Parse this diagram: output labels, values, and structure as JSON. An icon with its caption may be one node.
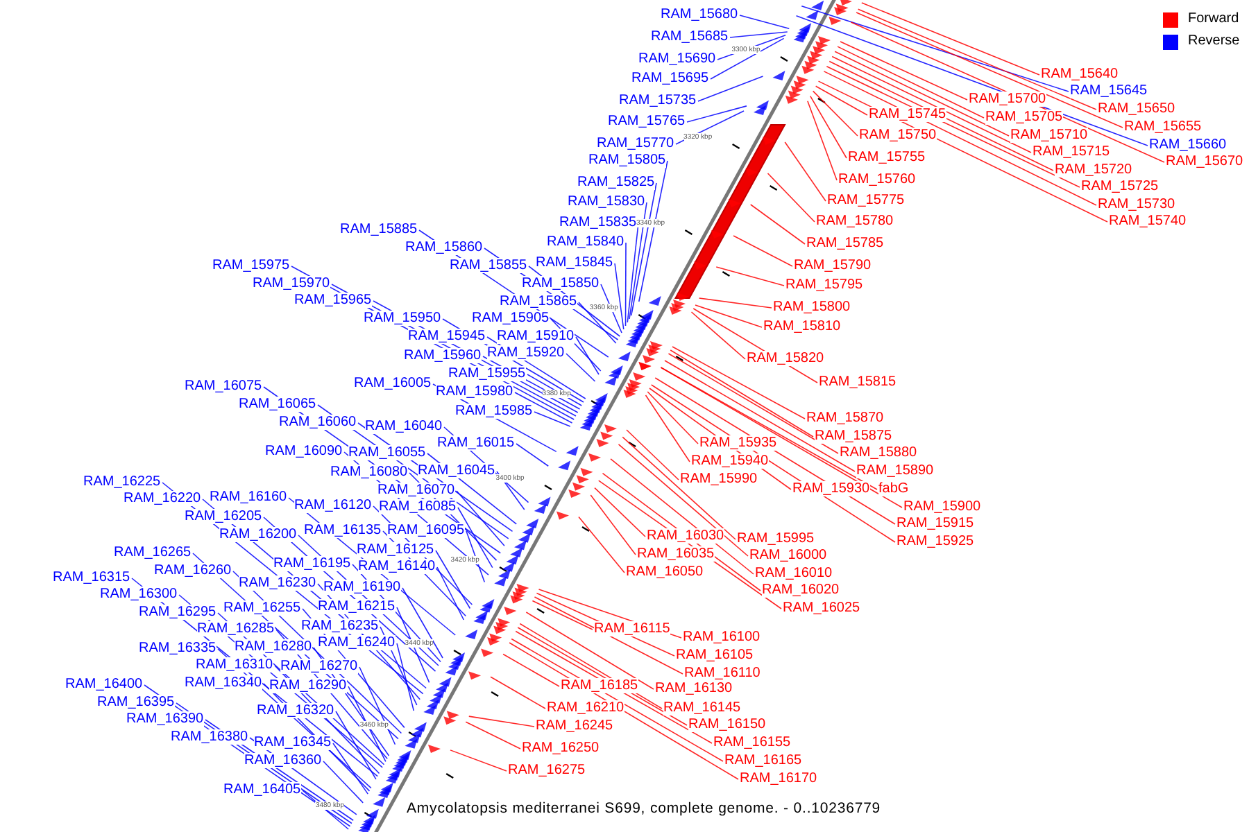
{
  "diagram": {
    "caption": "Amycolatopsis mediterranei S699, complete genome. - 0..10236779",
    "nodes": [
      {
        "text": [
          "RAM_15680"
        ]
      },
      {
        "text": [
          "RAM_15685"
        ]
      },
      {
        "text": [
          "RAM_15690"
        ]
      },
      {
        "text": [
          "RAM_15695"
        ]
      },
      {
        "text": [
          "RAM_15735"
        ]
      },
      {
        "text": [
          "RAM_15765"
        ]
      },
      {
        "text": [
          "RAM_15770"
        ]
      },
      {
        "text": [
          "RAM_15805"
        ]
      },
      {
        "text": [
          "RAM_15825"
        ]
      },
      {
        "text": [
          "RAM_15830"
        ]
      },
      {
        "text": [
          "RAM_15835"
        ]
      },
      {
        "text": [
          "RAM_15840"
        ]
      },
      {
        "text": [
          "RAM_15845"
        ]
      },
      {
        "text": [
          "RAM_15850"
        ]
      },
      {
        "text": [
          "RAM_15865"
        ]
      },
      {
        "text": [
          "RAM_15905"
        ]
      },
      {
        "text": [
          "RAM_15910"
        ]
      },
      {
        "text": [
          "RAM_15920"
        ]
      },
      {
        "text": [
          "RAM_15885"
        ]
      },
      {
        "text": [
          "RAM_15860"
        ]
      },
      {
        "text": [
          "RAM_15855"
        ]
      },
      {
        "text": [
          "RAM_15975"
        ]
      },
      {
        "text": [
          "RAM_15970"
        ]
      },
      {
        "text": [
          "RAM_15965"
        ]
      },
      {
        "text": [
          "RAM_15950"
        ]
      },
      {
        "text": [
          "RAM_15945"
        ]
      },
      {
        "text": [
          "RAM_15960"
        ]
      },
      {
        "text": [
          "RAM_15955"
        ]
      },
      {
        "text": [
          "RAM_16005"
        ]
      },
      {
        "text": [
          "RAM_15980"
        ]
      },
      {
        "text": [
          "RAM_15985"
        ]
      },
      {
        "text": [
          "RAM_16075"
        ]
      },
      {
        "text": [
          "RAM_16065"
        ]
      },
      {
        "text": [
          "RAM_16060"
        ]
      },
      {
        "text": [
          "RAM_16040"
        ]
      },
      {
        "text": [
          "RAM_16015"
        ]
      },
      {
        "text": [
          "RAM_16090"
        ]
      },
      {
        "text": [
          "RAM_16055"
        ]
      },
      {
        "text": [
          "RAM_16080"
        ]
      },
      {
        "text": [
          "RAM_16045"
        ]
      },
      {
        "text": [
          "RAM_16225"
        ]
      },
      {
        "text": [
          "RAM_16070"
        ]
      },
      {
        "text": [
          "RAM_16220"
        ]
      },
      {
        "text": [
          "RAM_16160"
        ]
      },
      {
        "text": [
          "RAM_16120"
        ]
      },
      {
        "text": [
          "RAM_16085"
        ]
      },
      {
        "text": [
          "RAM_16205"
        ]
      },
      {
        "text": [
          "RAM_16200"
        ]
      },
      {
        "text": [
          "RAM_16135"
        ]
      },
      {
        "text": [
          "RAM_16095"
        ]
      },
      {
        "text": [
          "RAM_16265"
        ]
      },
      {
        "text": [
          "RAM_16125"
        ]
      },
      {
        "text": [
          "RAM_16260"
        ]
      },
      {
        "text": [
          "RAM_16195"
        ]
      },
      {
        "text": [
          "RAM_16140"
        ]
      },
      {
        "text": [
          "RAM_16315"
        ]
      },
      {
        "text": [
          "RAM_16230"
        ]
      },
      {
        "text": [
          "RAM_16190"
        ]
      },
      {
        "text": [
          "RAM_16300"
        ]
      },
      {
        "text": [
          "RAM_16295"
        ]
      },
      {
        "text": [
          "RAM_16255"
        ]
      },
      {
        "text": [
          "RAM_16215"
        ]
      },
      {
        "text": [
          "RAM_16285"
        ]
      },
      {
        "text": [
          "RAM_16235"
        ]
      },
      {
        "text": [
          "RAM_16335"
        ]
      },
      {
        "text": [
          "RAM_16280"
        ]
      },
      {
        "text": [
          "RAM_16240"
        ]
      },
      {
        "text": [
          "RAM_16310"
        ]
      },
      {
        "text": [
          "RAM_16270"
        ]
      },
      {
        "text": [
          "RAM_16400"
        ]
      },
      {
        "text": [
          "RAM_16340"
        ]
      },
      {
        "text": [
          "RAM_16290"
        ]
      },
      {
        "text": [
          "RAM_16395"
        ]
      },
      {
        "text": [
          "RAM_16320"
        ]
      },
      {
        "text": [
          "RAM_16390"
        ]
      },
      {
        "text": [
          "RAM_16380"
        ]
      },
      {
        "text": [
          "RAM_16345"
        ]
      },
      {
        "text": [
          "RAM_16360"
        ]
      },
      {
        "text": [
          "RAM_16405"
        ]
      },
      {
        "text": [
          "RAM_15640"
        ]
      },
      {
        "text": [
          "RAM_15645"
        ]
      },
      {
        "text": [
          "RAM_15650"
        ]
      },
      {
        "text": [
          "RAM_15655"
        ]
      },
      {
        "text": [
          "RAM_15660"
        ]
      },
      {
        "text": [
          "RAM_15670"
        ]
      },
      {
        "text": [
          "RAM_15700"
        ]
      },
      {
        "text": [
          "RAM_15705"
        ]
      },
      {
        "text": [
          "RAM_15710"
        ]
      },
      {
        "text": [
          "RAM_15715"
        ]
      },
      {
        "text": [
          "RAM_15720"
        ]
      },
      {
        "text": [
          "RAM_15725"
        ]
      },
      {
        "text": [
          "RAM_15730"
        ]
      },
      {
        "text": [
          "RAM_15740"
        ]
      },
      {
        "text": [
          "RAM_15745"
        ]
      },
      {
        "text": [
          "RAM_15750"
        ]
      },
      {
        "text": [
          "RAM_15755"
        ]
      },
      {
        "text": [
          "RAM_15760"
        ]
      },
      {
        "text": [
          "RAM_15775"
        ]
      },
      {
        "text": [
          "RAM_15780"
        ]
      },
      {
        "text": [
          "RAM_15785"
        ]
      },
      {
        "text": [
          "RAM_15790"
        ]
      },
      {
        "text": [
          "RAM_15795"
        ]
      },
      {
        "text": [
          "RAM_15800"
        ]
      },
      {
        "text": [
          "RAM_15810"
        ]
      },
      {
        "text": [
          "RAM_15820"
        ]
      },
      {
        "text": [
          "RAM_15815"
        ]
      },
      {
        "text": [
          "RAM_15870"
        ]
      },
      {
        "text": [
          "RAM_15875"
        ]
      },
      {
        "text": [
          "RAM_15880"
        ]
      },
      {
        "text": [
          "RAM_15890"
        ]
      },
      {
        "text": [
          "RAM_15935"
        ]
      },
      {
        "text": [
          "RAM_15940"
        ]
      },
      {
        "text": [
          "RAM_15990"
        ]
      },
      {
        "text": [
          "RAM_15930"
        ]
      },
      {
        "text": [
          "fabG"
        ]
      },
      {
        "text": [
          "RAM_15900"
        ]
      },
      {
        "text": [
          "RAM_15915"
        ]
      },
      {
        "text": [
          "RAM_15925"
        ]
      },
      {
        "text": [
          "RAM_16030"
        ]
      },
      {
        "text": [
          "RAM_15995"
        ]
      },
      {
        "text": [
          "RAM_16035"
        ]
      },
      {
        "text": [
          "RAM_16000"
        ]
      },
      {
        "text": [
          "RAM_16050"
        ]
      },
      {
        "text": [
          "RAM_16010"
        ]
      },
      {
        "text": [
          "RAM_16020"
        ]
      },
      {
        "text": [
          "RAM_16025"
        ]
      },
      {
        "text": [
          "RAM_16115"
        ]
      },
      {
        "text": [
          "RAM_16100"
        ]
      },
      {
        "text": [
          "RAM_16105"
        ]
      },
      {
        "text": [
          "RAM_16110"
        ]
      },
      {
        "text": [
          "RAM_16130"
        ]
      },
      {
        "text": [
          "RAM_16185"
        ]
      },
      {
        "text": [
          "RAM_16145"
        ]
      },
      {
        "text": [
          "RAM_16210"
        ]
      },
      {
        "text": [
          "RAM_16150"
        ]
      },
      {
        "text": [
          "RAM_16245"
        ]
      },
      {
        "text": [
          "RAM_16155"
        ]
      },
      {
        "text": [
          "RAM_16250"
        ]
      },
      {
        "text": [
          "RAM_16165"
        ]
      },
      {
        "text": [
          "RAM_16275"
        ]
      },
      {
        "text": [
          "RAM_16170"
        ]
      }
    ],
    "edges": [
      {
        "from": 0,
        "to": null,
        "arrow": "none"
      },
      {
        "from": 1,
        "to": null,
        "arrow": "none"
      },
      {
        "from": 2,
        "to": null,
        "arrow": "none"
      },
      {
        "from": 3,
        "to": null,
        "arrow": "none"
      },
      {
        "from": 4,
        "to": null,
        "arrow": "none"
      },
      {
        "from": 5,
        "to": null,
        "arrow": "none"
      },
      {
        "from": 6,
        "to": null,
        "arrow": "none"
      },
      {
        "from": 7,
        "to": null,
        "arrow": "none"
      },
      {
        "from": 8,
        "to": null,
        "arrow": "none"
      },
      {
        "from": 9,
        "to": null,
        "arrow": "none"
      },
      {
        "from": 10,
        "to": null,
        "arrow": "none"
      },
      {
        "from": 11,
        "to": null,
        "arrow": "none"
      },
      {
        "from": 12,
        "to": null,
        "arrow": "none"
      },
      {
        "from": 13,
        "to": null,
        "arrow": "none"
      },
      {
        "from": 14,
        "to": null,
        "arrow": "none"
      },
      {
        "from": 15,
        "to": null,
        "arrow": "none"
      },
      {
        "from": 16,
        "to": null,
        "arrow": "none"
      },
      {
        "from": 17,
        "to": null,
        "arrow": "none"
      },
      {
        "from": 18,
        "to": null,
        "arrow": "none"
      },
      {
        "from": 19,
        "to": null,
        "arrow": "none"
      },
      {
        "from": 20,
        "to": null,
        "arrow": "none"
      },
      {
        "from": 21,
        "to": null,
        "arrow": "none"
      },
      {
        "from": 22,
        "to": null,
        "arrow": "none"
      },
      {
        "from": 23,
        "to": null,
        "arrow": "none"
      },
      {
        "from": 24,
        "to": null,
        "arrow": "none"
      },
      {
        "from": 25,
        "to": null,
        "arrow": "none"
      },
      {
        "from": 26,
        "to": null,
        "arrow": "none"
      },
      {
        "from": 27,
        "to": null,
        "arrow": "none"
      },
      {
        "from": 28,
        "to": null,
        "arrow": "none"
      },
      {
        "from": 29,
        "to": null,
        "arrow": "none"
      },
      {
        "from": 30,
        "to": null,
        "arrow": "none"
      },
      {
        "from": 31,
        "to": null,
        "arrow": "none"
      },
      {
        "from": 32,
        "to": null,
        "arrow": "none"
      },
      {
        "from": 33,
        "to": null,
        "arrow": "none"
      },
      {
        "from": 34,
        "to": null,
        "arrow": "none"
      },
      {
        "from": 35,
        "to": null,
        "arrow": "none"
      },
      {
        "from": 36,
        "to": null,
        "arrow": "none"
      },
      {
        "from": 37,
        "to": null,
        "arrow": "none"
      },
      {
        "from": 38,
        "to": null,
        "arrow": "none"
      },
      {
        "from": 39,
        "to": null,
        "arrow": "none"
      },
      {
        "from": 40,
        "to": null,
        "arrow": "none"
      },
      {
        "from": 41,
        "to": null,
        "arrow": "none"
      },
      {
        "from": 42,
        "to": null,
        "arrow": "none"
      },
      {
        "from": 43,
        "to": null,
        "arrow": "none"
      },
      {
        "from": 44,
        "to": null,
        "arrow": "none"
      },
      {
        "from": 45,
        "to": null,
        "arrow": "none"
      },
      {
        "from": 46,
        "to": null,
        "arrow": "none"
      },
      {
        "from": 47,
        "to": null,
        "arrow": "none"
      },
      {
        "from": 48,
        "to": null,
        "arrow": "none"
      },
      {
        "from": 49,
        "to": null,
        "arrow": "none"
      },
      {
        "from": 50,
        "to": null,
        "arrow": "none"
      },
      {
        "from": 51,
        "to": null,
        "arrow": "none"
      },
      {
        "from": 52,
        "to": null,
        "arrow": "none"
      },
      {
        "from": 53,
        "to": null,
        "arrow": "none"
      },
      {
        "from": 54,
        "to": null,
        "arrow": "none"
      },
      {
        "from": 55,
        "to": null,
        "arrow": "none"
      },
      {
        "from": 56,
        "to": null,
        "arrow": "none"
      },
      {
        "from": 57,
        "to": null,
        "arrow": "none"
      },
      {
        "from": 58,
        "to": null,
        "arrow": "none"
      },
      {
        "from": 59,
        "to": null,
        "arrow": "none"
      },
      {
        "from": 60,
        "to": null,
        "arrow": "none"
      },
      {
        "from": 61,
        "to": null,
        "arrow": "none"
      },
      {
        "from": 62,
        "to": null,
        "arrow": "none"
      },
      {
        "from": 63,
        "to": null,
        "arrow": "none"
      },
      {
        "from": 64,
        "to": null,
        "arrow": "none"
      },
      {
        "from": 65,
        "to": null,
        "arrow": "none"
      },
      {
        "from": 66,
        "to": null,
        "arrow": "none"
      },
      {
        "from": 67,
        "to": null,
        "arrow": "none"
      },
      {
        "from": 68,
        "to": null,
        "arrow": "none"
      },
      {
        "from": 69,
        "to": null,
        "arrow": "none"
      },
      {
        "from": 70,
        "to": null,
        "arrow": "none"
      },
      {
        "from": 71,
        "to": null,
        "arrow": "none"
      },
      {
        "from": 72,
        "to": null,
        "arrow": "none"
      },
      {
        "from": 73,
        "to": null,
        "arrow": "none"
      },
      {
        "from": 74,
        "to": null,
        "arrow": "none"
      },
      {
        "from": 75,
        "to": null,
        "arrow": "none"
      },
      {
        "from": 76,
        "to": null,
        "arrow": "none"
      },
      {
        "from": 77,
        "to": null,
        "arrow": "none"
      },
      {
        "from": 78,
        "to": null,
        "arrow": "none"
      },
      {
        "from": 79,
        "to": null,
        "arrow": "none",
        "color": "#ff0000"
      },
      {
        "from": 80,
        "to": null,
        "arrow": "none"
      },
      {
        "from": 81,
        "to": null,
        "arrow": "none",
        "color": "#ff0000"
      },
      {
        "from": 82,
        "to": null,
        "arrow": "none",
        "color": "#ff0000"
      },
      {
        "from": 83,
        "to": null,
        "arrow": "none"
      },
      {
        "from": 84,
        "to": null,
        "arrow": "none",
        "color": "#ff0000"
      },
      {
        "from": 85,
        "to": null,
        "arrow": "none",
        "color": "#ff0000"
      },
      {
        "from": 86,
        "to": null,
        "arrow": "none",
        "color": "#ff0000"
      },
      {
        "from": 87,
        "to": null,
        "arrow": "none",
        "color": "#ff0000"
      },
      {
        "from": 88,
        "to": null,
        "arrow": "none",
        "color": "#ff0000"
      },
      {
        "from": 89,
        "to": null,
        "arrow": "none",
        "color": "#ff0000"
      },
      {
        "from": 90,
        "to": null,
        "arrow": "none",
        "color": "#ff0000"
      },
      {
        "from": 91,
        "to": null,
        "arrow": "none",
        "color": "#ff0000"
      },
      {
        "from": 92,
        "to": null,
        "arrow": "none",
        "color": "#ff0000"
      },
      {
        "from": 93,
        "to": null,
        "arrow": "none",
        "color": "#ff0000"
      },
      {
        "from": 94,
        "to": null,
        "arrow": "none",
        "color": "#ff0000"
      },
      {
        "from": 95,
        "to": null,
        "arrow": "none",
        "color": "#ff0000"
      },
      {
        "from": 96,
        "to": null,
        "arrow": "none",
        "color": "#ff0000"
      },
      {
        "from": 97,
        "to": null,
        "arrow": "none",
        "color": "#ff0000"
      },
      {
        "from": 98,
        "to": null,
        "arrow": "none",
        "color": "#ff0000"
      },
      {
        "from": 99,
        "to": null,
        "arrow": "none",
        "color": "#ff0000"
      },
      {
        "from": 100,
        "to": null,
        "arrow": "none",
        "color": "#ff0000"
      },
      {
        "from": 101,
        "to": null,
        "arrow": "none",
        "color": "#ff0000"
      },
      {
        "from": 102,
        "to": null,
        "arrow": "none",
        "color": "#ff0000"
      },
      {
        "from": 103,
        "to": null,
        "arrow": "none",
        "color": "#ff0000"
      },
      {
        "from": 104,
        "to": null,
        "arrow": "none",
        "color": "#ff0000"
      },
      {
        "from": 105,
        "to": null,
        "arrow": "none",
        "color": "#ff0000"
      },
      {
        "from": 106,
        "to": null,
        "arrow": "none",
        "color": "#ff0000"
      },
      {
        "from": 107,
        "to": null,
        "arrow": "none",
        "color": "#ff0000"
      },
      {
        "from": 108,
        "to": null,
        "arrow": "none",
        "color": "#ff0000"
      },
      {
        "from": 109,
        "to": null,
        "arrow": "none",
        "color": "#ff0000"
      },
      {
        "from": 110,
        "to": null,
        "arrow": "none",
        "color": "#ff0000"
      },
      {
        "from": 111,
        "to": null,
        "arrow": "none",
        "color": "#ff0000"
      },
      {
        "from": 112,
        "to": null,
        "arrow": "none",
        "color": "#ff0000"
      },
      {
        "from": 113,
        "to": null,
        "arrow": "none",
        "color": "#ff0000"
      },
      {
        "from": 114,
        "to": null,
        "arrow": "none",
        "color": "#ff0000"
      },
      {
        "from": 115,
        "to": null,
        "arrow": "none",
        "color": "#ff0000"
      },
      {
        "from": 116,
        "to": null,
        "arrow": "none",
        "color": "#ff0000"
      },
      {
        "from": 117,
        "to": null,
        "arrow": "none",
        "color": "#ff0000"
      },
      {
        "from": 118,
        "to": null,
        "arrow": "none",
        "color": "#ff0000"
      },
      {
        "from": 119,
        "to": null,
        "arrow": "none",
        "color": "#ff0000"
      },
      {
        "from": 120,
        "to": null,
        "arrow": "none",
        "color": "#ff0000"
      },
      {
        "from": 121,
        "to": null,
        "arrow": "none",
        "color": "#ff0000"
      },
      {
        "from": 122,
        "to": null,
        "arrow": "none",
        "color": "#ff0000"
      },
      {
        "from": 123,
        "to": null,
        "arrow": "none",
        "color": "#ff0000"
      },
      {
        "from": 124,
        "to": null,
        "arrow": "none",
        "color": "#ff0000"
      },
      {
        "from": 125,
        "to": null,
        "arrow": "none",
        "color": "#ff0000"
      },
      {
        "from": 126,
        "to": null,
        "arrow": "none",
        "color": "#ff0000"
      },
      {
        "from": 127,
        "to": null,
        "arrow": "none",
        "color": "#ff0000"
      },
      {
        "from": 128,
        "to": null,
        "arrow": "none",
        "color": "#ff0000"
      },
      {
        "from": 129,
        "to": null,
        "arrow": "none",
        "color": "#ff0000"
      },
      {
        "from": 130,
        "to": null,
        "arrow": "none",
        "color": "#ff0000"
      },
      {
        "from": 131,
        "to": null,
        "arrow": "none",
        "color": "#ff0000"
      },
      {
        "from": 132,
        "to": null,
        "arrow": "none",
        "color": "#ff0000"
      },
      {
        "from": 133,
        "to": null,
        "arrow": "none",
        "color": "#ff0000"
      },
      {
        "from": 134,
        "to": null,
        "arrow": "none",
        "color": "#ff0000"
      },
      {
        "from": 135,
        "to": null,
        "arrow": "none",
        "color": "#ff0000"
      },
      {
        "from": 136,
        "to": null,
        "arrow": "none",
        "color": "#ff0000"
      },
      {
        "from": 137,
        "to": null,
        "arrow": "none",
        "color": "#ff0000"
      },
      {
        "from": 138,
        "to": null,
        "arrow": "none",
        "color": "#ff0000"
      },
      {
        "from": 139,
        "to": null,
        "arrow": "none",
        "color": "#ff0000"
      },
      {
        "from": 140,
        "to": null,
        "arrow": "none",
        "color": "#ff0000"
      }
    ],
    "labels": [
      "3300 kbp",
      "3320 kbp",
      "3340 kbp",
      "3360 kbp",
      "3380 kbp",
      "3400 kbp",
      "3420 kbp",
      "3440 kbp",
      "3460 kbp",
      "3480 kbp"
    ],
    "legend": [
      {
        "text": "Forward",
        "color": "#ff0000"
      },
      {
        "text": "Reverse",
        "color": "#0000ff"
      }
    ]
  }
}
